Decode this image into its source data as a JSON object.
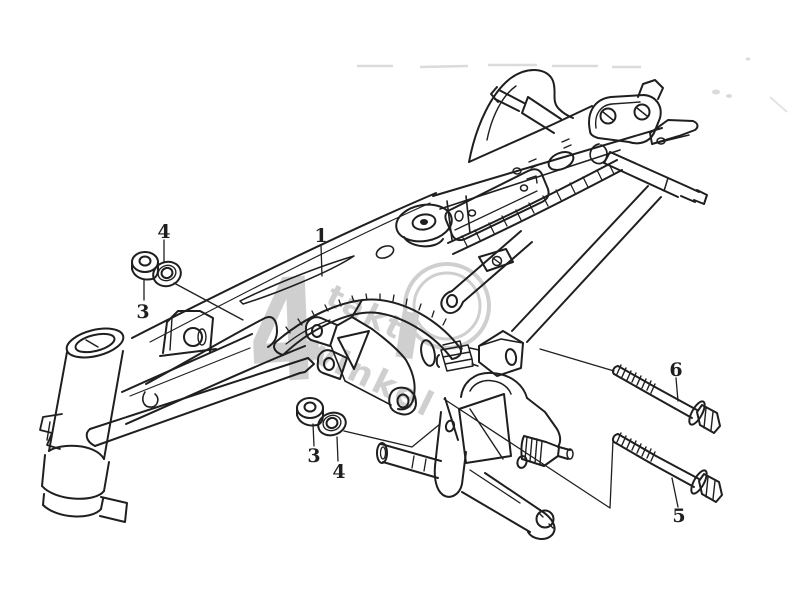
{
  "diagram": {
    "type": "exploded-parts-line-drawing",
    "callouts": [
      {
        "label": "4"
      },
      {
        "label": "3"
      },
      {
        "label": "1"
      },
      {
        "label": "3"
      },
      {
        "label": "4"
      },
      {
        "label": "6"
      },
      {
        "label": "5"
      }
    ]
  },
  "watermark": {
    "numeral": "4",
    "word1": "takt",
    "word2": "winkel"
  },
  "colors": {
    "ink": "#1f1f1f",
    "background": "#ffffff",
    "watermark": "#a8a8a8",
    "noise": "#c8c8c8"
  }
}
